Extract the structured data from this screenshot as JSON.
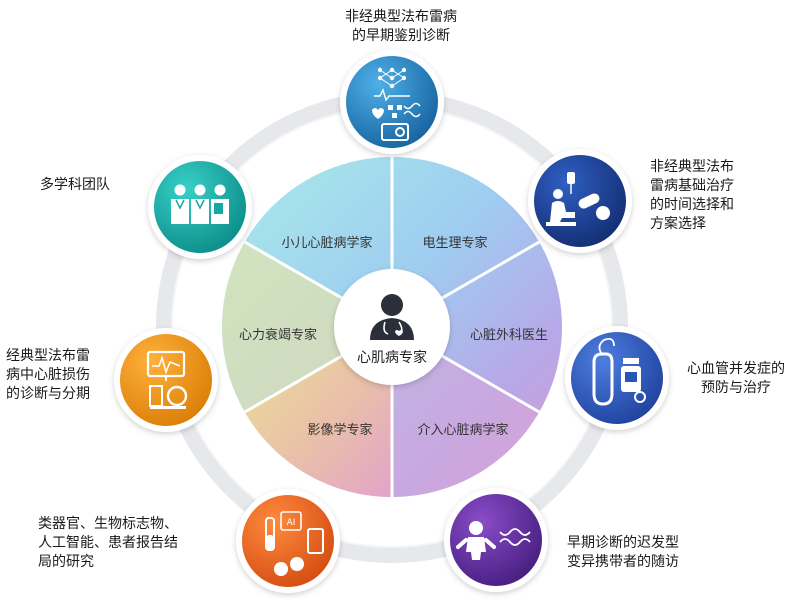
{
  "center": {
    "label": "心肌病专家",
    "icon": "doctor-stethoscope-icon"
  },
  "segments": [
    {
      "label": "小儿心脏病学家"
    },
    {
      "label": "电生理专家"
    },
    {
      "label": "心脏外科医生"
    },
    {
      "label": "介入心脏病学家"
    },
    {
      "label": "影像学专家"
    },
    {
      "label": "心力衰竭专家"
    }
  ],
  "nodes": [
    {
      "label": "非经典型法布雷病\n的早期鉴别诊断",
      "icon": "ai-analysis-icon",
      "color": "#1f7fbf"
    },
    {
      "label": "非经典型法布\n雷病基础治疗\n的时间选择和\n方案选择",
      "icon": "infusion-therapy-icon",
      "color": "#1a3c8e"
    },
    {
      "label": "心血管并发症的\n预防与治疗",
      "icon": "pacemaker-medicine-icon",
      "color": "#2a55b8"
    },
    {
      "label": "早期诊断的迟发型\n变异携带者的随访",
      "icon": "baby-dna-icon",
      "color": "#5a2a9a"
    },
    {
      "label": "类器官、生物标志物、\n人工智能、患者报告结\n局的研究",
      "icon": "ai-lab-icon",
      "color": "#e8611f"
    },
    {
      "label": "经典型法布雷\n病中心脏损伤\n的诊断与分期",
      "icon": "ecg-scanner-icon",
      "color": "#e8920d"
    },
    {
      "label": "多学科团队",
      "icon": "medical-team-icon",
      "color": "#13a8a3"
    }
  ]
}
